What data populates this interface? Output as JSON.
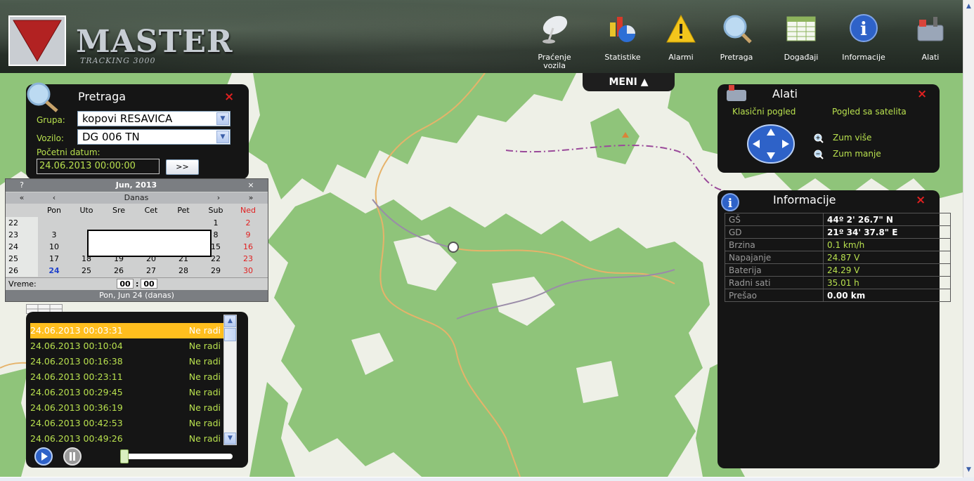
{
  "header": {
    "logo_title": "MASTER",
    "logo_subtitle": "TRACKING 3000",
    "nav": [
      {
        "label": "Praćenje vozila",
        "icon": "satellite-dish-icon"
      },
      {
        "label": "Statistike",
        "icon": "chart-icon"
      },
      {
        "label": "Alarmi",
        "icon": "warning-icon"
      },
      {
        "label": "Pretraga",
        "icon": "magnifier-icon"
      },
      {
        "label": "Događaji",
        "icon": "table-icon"
      },
      {
        "label": "Informacije",
        "icon": "info-icon"
      },
      {
        "label": "Alati",
        "icon": "toolbox-icon"
      }
    ]
  },
  "menu": {
    "label": "MENI ▲"
  },
  "pretraga": {
    "title": "Pretraga",
    "close": "×",
    "grupa_label": "Grupa:",
    "grupa_value": "kopovi RESAVICA",
    "vozilo_label": "Vozilo:",
    "vozilo_value": "DG 006 TN",
    "datum_label": "Početni datum:",
    "datum_value": "24.06.2013 00:00:00",
    "datum_button": ">>"
  },
  "calendar": {
    "help": "?",
    "title": "Jun, 2013",
    "close": "×",
    "prev_year": "«",
    "prev_month": "‹",
    "today_label": "Danas",
    "next_month": "›",
    "next_year": "»",
    "weekdays": [
      "Pon",
      "Uto",
      "Sre",
      "Cet",
      "Pet",
      "Sub",
      "Ned"
    ],
    "weeks": [
      {
        "wk": "22",
        "days": [
          "",
          "",
          "",
          "",
          "",
          "1",
          "2"
        ]
      },
      {
        "wk": "23",
        "days": [
          "3",
          "",
          "",
          "",
          "",
          "8",
          "9"
        ]
      },
      {
        "wk": "24",
        "days": [
          "10",
          "",
          "",
          "",
          "",
          "15",
          "16"
        ]
      },
      {
        "wk": "25",
        "days": [
          "17",
          "18",
          "19",
          "20",
          "21",
          "22",
          "23"
        ]
      },
      {
        "wk": "26",
        "days": [
          "24",
          "25",
          "26",
          "27",
          "28",
          "29",
          "30"
        ]
      }
    ],
    "time_label": "Vreme:",
    "hour": "00",
    "minute": "00",
    "footer": "Pon, Jun 24 (danas)"
  },
  "list": {
    "rows": [
      {
        "time": "24.06.2013 00:03:31",
        "status": "Ne radi"
      },
      {
        "time": "24.06.2013 00:10:04",
        "status": "Ne radi"
      },
      {
        "time": "24.06.2013 00:16:38",
        "status": "Ne radi"
      },
      {
        "time": "24.06.2013 00:23:11",
        "status": "Ne radi"
      },
      {
        "time": "24.06.2013 00:29:45",
        "status": "Ne radi"
      },
      {
        "time": "24.06.2013 00:36:19",
        "status": "Ne radi"
      },
      {
        "time": "24.06.2013 00:42:53",
        "status": "Ne radi"
      },
      {
        "time": "24.06.2013 00:49:26",
        "status": "Ne radi"
      }
    ]
  },
  "alati": {
    "title": "Alati",
    "close": "×",
    "classic": "Klasični pogled",
    "satellite": "Pogled sa satelita",
    "zoom_in": "Zum više",
    "zoom_out": "Zum manje"
  },
  "info": {
    "title": "Informacije",
    "close": "×",
    "rows": [
      {
        "k": "GŠ",
        "v": "44º 2' 26.7\" N"
      },
      {
        "k": "GD",
        "v": "21º 34' 37.8\" E"
      },
      {
        "k": "Brzina",
        "v": "0.1 km/h"
      },
      {
        "k": "Napajanje",
        "v": "24.87 V"
      },
      {
        "k": "Baterija",
        "v": "24.29 V"
      },
      {
        "k": "Radni sati",
        "v": "35.01 h"
      },
      {
        "k": "Prešao",
        "v": "0.00 km"
      }
    ]
  },
  "colors": {
    "accent_green": "#b8e04e",
    "selected_row": "#ffbe1e",
    "close_red": "#e02020",
    "map_forest": "#8fc47a"
  }
}
